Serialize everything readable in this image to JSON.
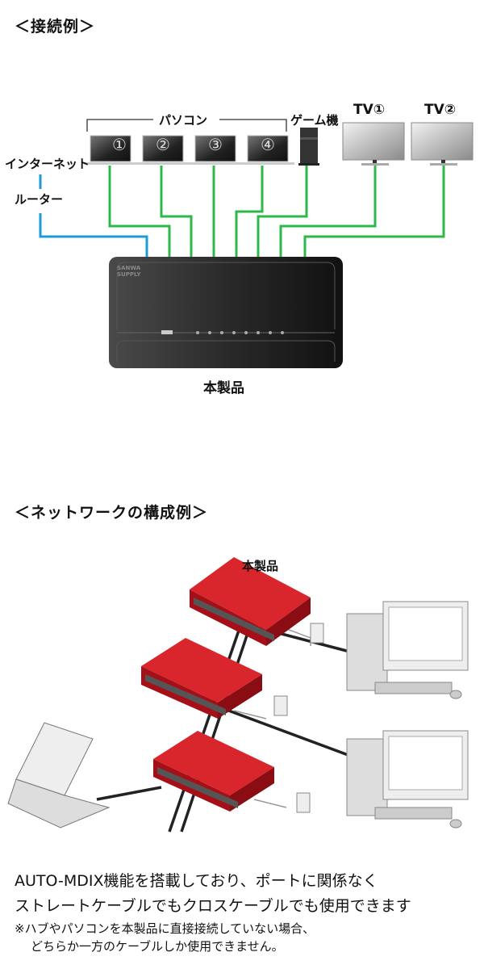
{
  "section1": {
    "title": "＜接続例＞",
    "pc_group_label": "パソコン",
    "laptops": [
      "①",
      "②",
      "③",
      "④"
    ],
    "game_label": "ゲーム機",
    "tv1_label": "TV①",
    "tv2_label": "TV②",
    "internet_label": "インターネット",
    "router_label": "ルーター",
    "product_label": "本製品",
    "brand_logo": "SANWA SUPPLY"
  },
  "section2": {
    "title": "＜ネットワークの構成例＞",
    "product_label": "本製品"
  },
  "notes": {
    "line1": "AUTO-MDIX機能を搭載しており、ポートに関係なく",
    "line2": "ストレートケーブルでもクロスケーブルでも使用できます",
    "note1": "※ハブやパソコンを本製品に直接接続していない場合、",
    "note2": "どちらか一方のケーブルしか使用できません。"
  },
  "colors": {
    "lan_cable": "#2db84a",
    "wan_cable": "#1e9ad6",
    "hub_red": "#c0121a",
    "hub_dark": "#2a2a2a"
  }
}
